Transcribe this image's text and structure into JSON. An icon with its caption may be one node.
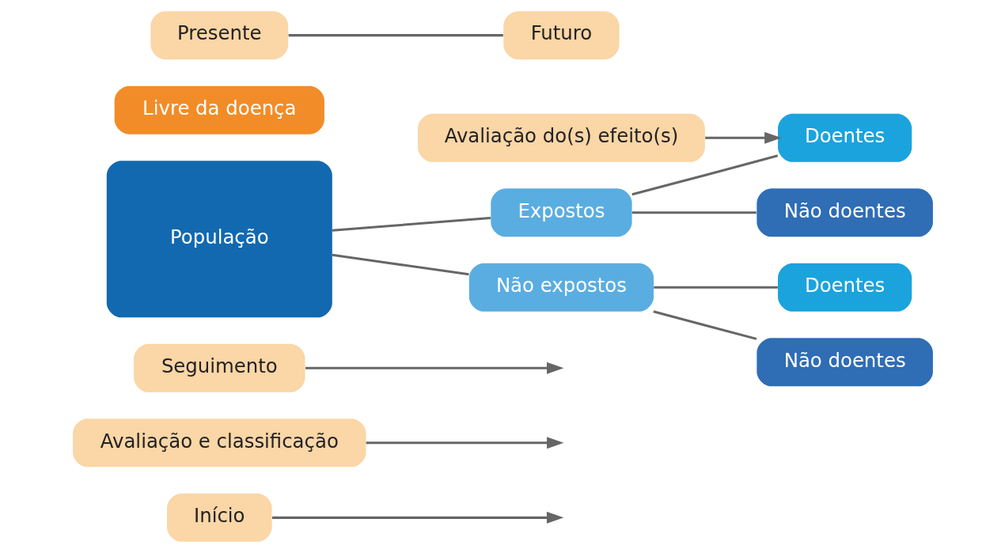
{
  "diagram": {
    "nodes": [
      {
        "text": [
          "Início"
        ]
      },
      {
        "text": [
          "Avaliação e classificação"
        ]
      },
      {
        "text": [
          "Seguimento"
        ]
      },
      {
        "text": [
          "Avaliação do(s) efeito(s)"
        ]
      },
      {
        "text": [
          "População"
        ]
      },
      {
        "text": [
          "Livre da doença"
        ]
      },
      {
        "text": [
          "Expostos"
        ]
      },
      {
        "text": [
          "Não expostos"
        ]
      },
      {
        "text": [
          "Doentes"
        ]
      },
      {
        "text": [
          "Não doentes"
        ]
      },
      {
        "text": [
          "Doentes"
        ]
      },
      {
        "text": [
          "Não doentes"
        ]
      },
      {
        "text": [
          "Presente"
        ]
      },
      {
        "text": [
          "Futuro"
        ]
      }
    ],
    "edges": [
      {
        "from": 0,
        "to": null,
        "arrow": "to"
      },
      {
        "from": 1,
        "to": null,
        "arrow": "to"
      },
      {
        "from": 2,
        "to": null,
        "arrow": "to"
      },
      {
        "from": 3,
        "to": 8,
        "arrow": "to"
      },
      {
        "from": 4,
        "to": 6,
        "arrow": "none"
      },
      {
        "from": 4,
        "to": 7,
        "arrow": "none"
      },
      {
        "from": 6,
        "to": 8,
        "arrow": "none"
      },
      {
        "from": 6,
        "to": 9,
        "arrow": "none"
      },
      {
        "from": 7,
        "to": 10,
        "arrow": "none"
      },
      {
        "from": 7,
        "to": 11,
        "arrow": "none"
      },
      {
        "from": 12,
        "to": 13,
        "arrow": "none"
      }
    ]
  }
}
